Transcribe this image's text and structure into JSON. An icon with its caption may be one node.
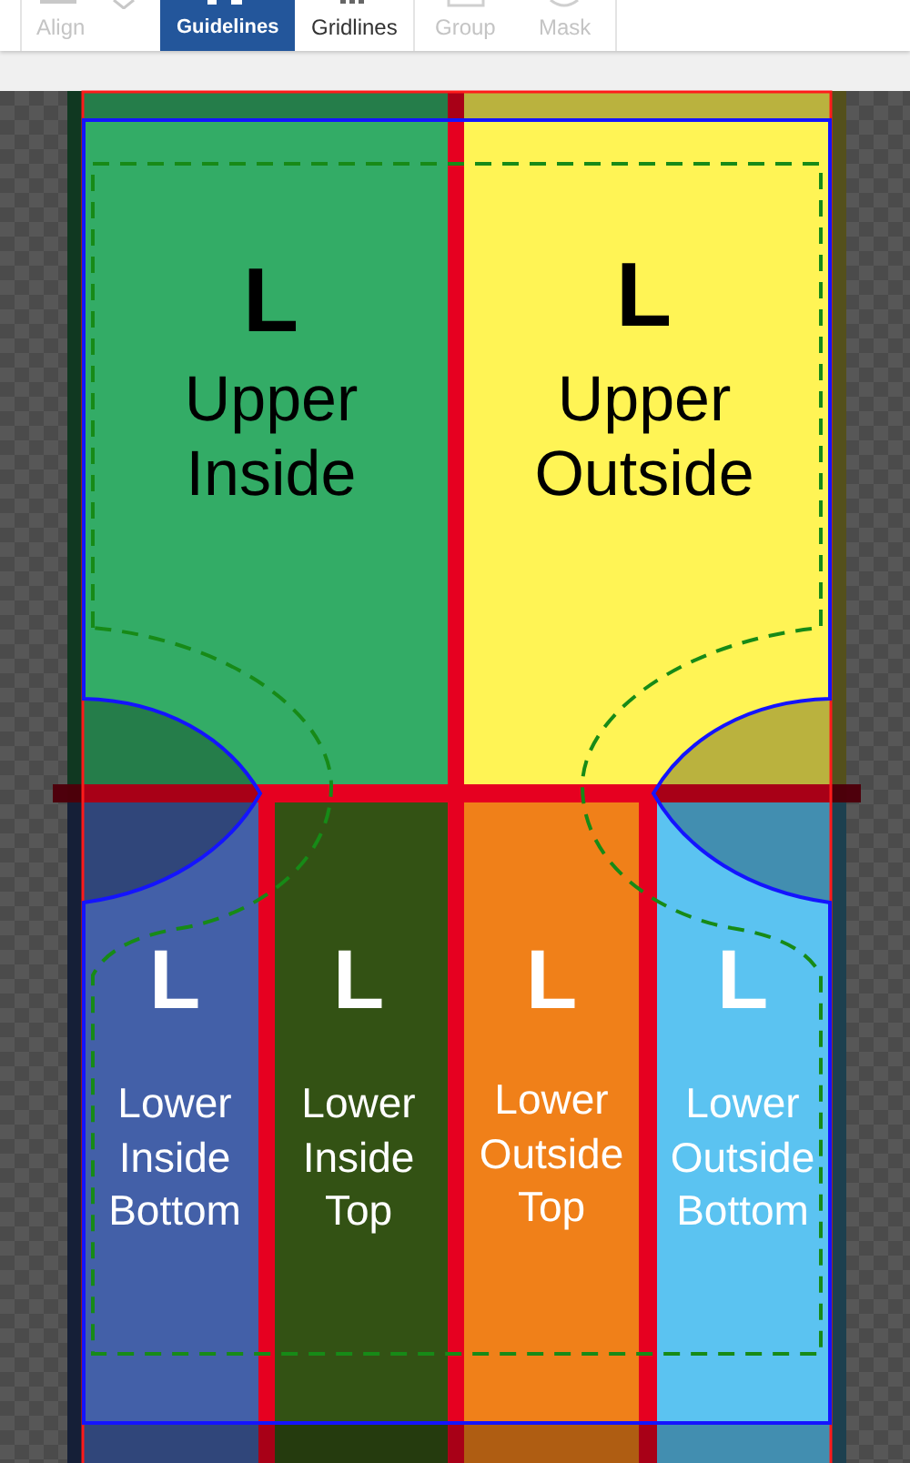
{
  "diagram": {
    "nodes": [
      {
        "text": [
          "L",
          "Upper Inside"
        ]
      },
      {
        "text": [
          "L",
          "Upper Outside"
        ]
      },
      {
        "text": [
          "L",
          "Lower Inside Bottom"
        ]
      },
      {
        "text": [
          "L",
          "Lower Inside Top"
        ]
      },
      {
        "text": [
          "L",
          "Lower Outside Top"
        ]
      },
      {
        "text": [
          "L",
          "Lower Outside Bottom"
        ]
      }
    ],
    "labels": [
      "Align",
      "Guidelines",
      "Gridlines",
      "Group",
      "Mask"
    ]
  }
}
